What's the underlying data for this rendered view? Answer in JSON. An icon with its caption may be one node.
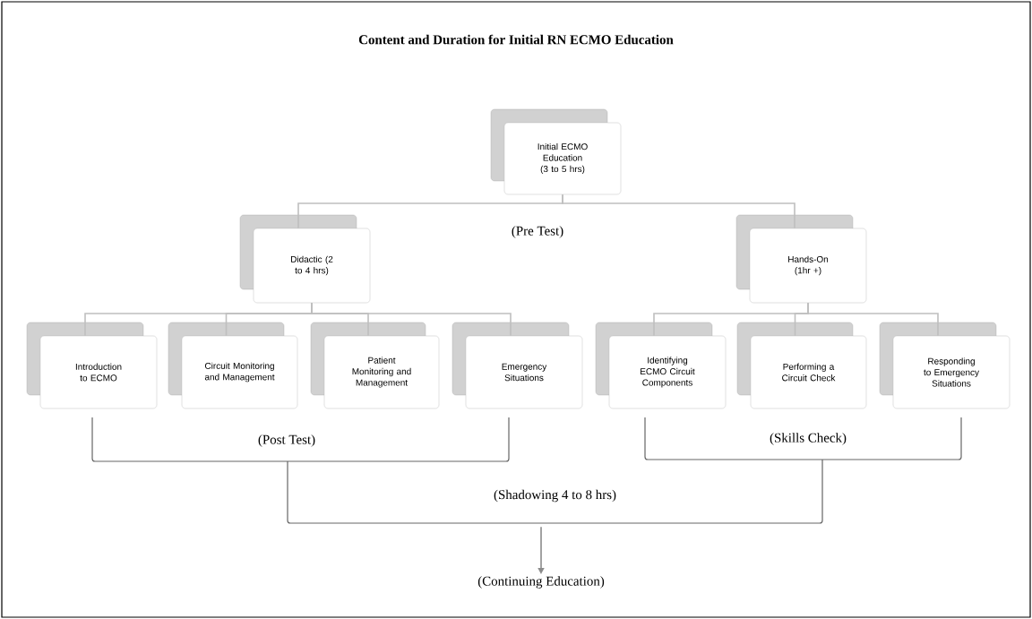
{
  "diagram": {
    "title": "Content and Duration for Initial RN ECMO Education",
    "nodes": [
      {
        "text": [
          "Initial ECMO Education (3 to 5 hrs)"
        ]
      },
      {
        "text": [
          "Didactic (2 to 4 hrs)"
        ]
      },
      {
        "text": [
          "Hands-On (1hr +)"
        ]
      },
      {
        "text": [
          "Introduction to ECMO"
        ]
      },
      {
        "text": [
          "Circuit Monitoring and Management"
        ]
      },
      {
        "text": [
          "Patient Monitoring and Management"
        ]
      },
      {
        "text": [
          "Emergency Situations"
        ]
      },
      {
        "text": [
          "Identifying ECMO Circuit Components"
        ]
      },
      {
        "text": [
          "Performing a Circuit Check"
        ]
      },
      {
        "text": [
          "Responding to Emergency Situations"
        ]
      },
      {
        "text": [
          "(Shadowing 4 to 8 hrs)"
        ]
      },
      {
        "text": [
          "(Continuing Education)"
        ]
      }
    ],
    "edges": [
      {
        "from": 0,
        "to": 1,
        "arrow": "none"
      },
      {
        "from": 0,
        "to": 2,
        "arrow": "none"
      },
      {
        "from": 1,
        "to": 3,
        "arrow": "none"
      },
      {
        "from": 1,
        "to": 4,
        "arrow": "none"
      },
      {
        "from": 1,
        "to": 5,
        "arrow": "none"
      },
      {
        "from": 1,
        "to": 6,
        "arrow": "none"
      },
      {
        "from": 2,
        "to": 7,
        "arrow": "none"
      },
      {
        "from": 2,
        "to": 8,
        "arrow": "none"
      },
      {
        "from": 2,
        "to": 9,
        "arrow": "none"
      },
      {
        "from": 10,
        "to": 11,
        "arrow": "to",
        "color": "#8c8c8c"
      }
    ],
    "labels": [
      "(Pre Test)",
      "(Post Test)",
      "(Skills Check)"
    ]
  }
}
